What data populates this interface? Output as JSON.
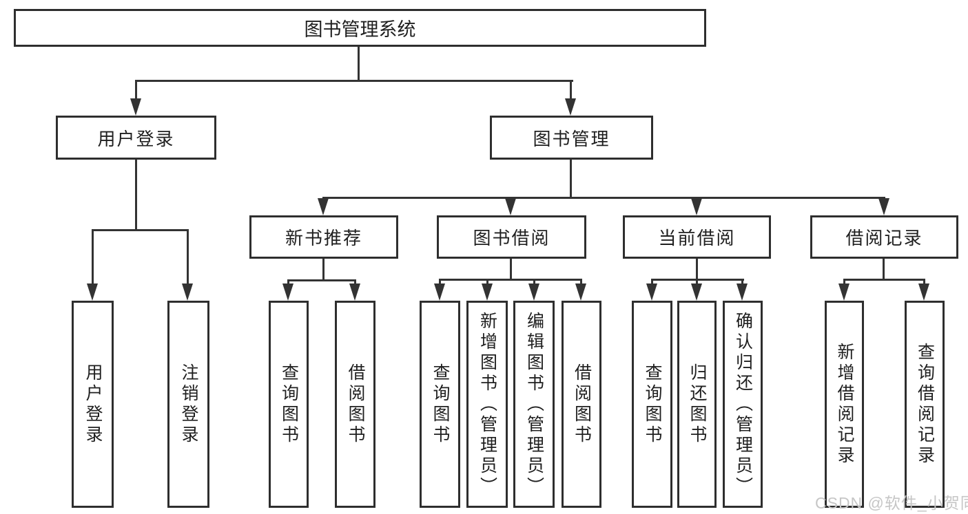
{
  "diagram": {
    "root": {
      "label": "图书管理系统"
    },
    "branches": [
      {
        "label": "用户登录",
        "children": [
          {
            "label": "用户登录"
          },
          {
            "label": "注销登录"
          }
        ]
      },
      {
        "label": "图书管理",
        "children": [
          {
            "label": "新书推荐",
            "children": [
              {
                "label": "查询图书"
              },
              {
                "label": "借阅图书"
              }
            ]
          },
          {
            "label": "图书借阅",
            "children": [
              {
                "label": "查询图书"
              },
              {
                "label": "新增图书（管理员）"
              },
              {
                "label": "编辑图书（管理员）"
              },
              {
                "label": "借阅图书"
              }
            ]
          },
          {
            "label": "当前借阅",
            "children": [
              {
                "label": "查询图书"
              },
              {
                "label": "归还图书"
              },
              {
                "label": "确认归还（管理员）"
              }
            ]
          },
          {
            "label": "借阅记录",
            "children": [
              {
                "label": "新增借阅记录"
              },
              {
                "label": "查询借阅记录"
              }
            ]
          }
        ]
      }
    ],
    "watermark": {
      "text": "CSDN @软件_小贺同学"
    },
    "colors": {
      "line": "#333333",
      "border": "#2e2e2e",
      "text": "#1f1f1f",
      "watermark": "#c6c6c6",
      "background": "#ffffff"
    }
  }
}
